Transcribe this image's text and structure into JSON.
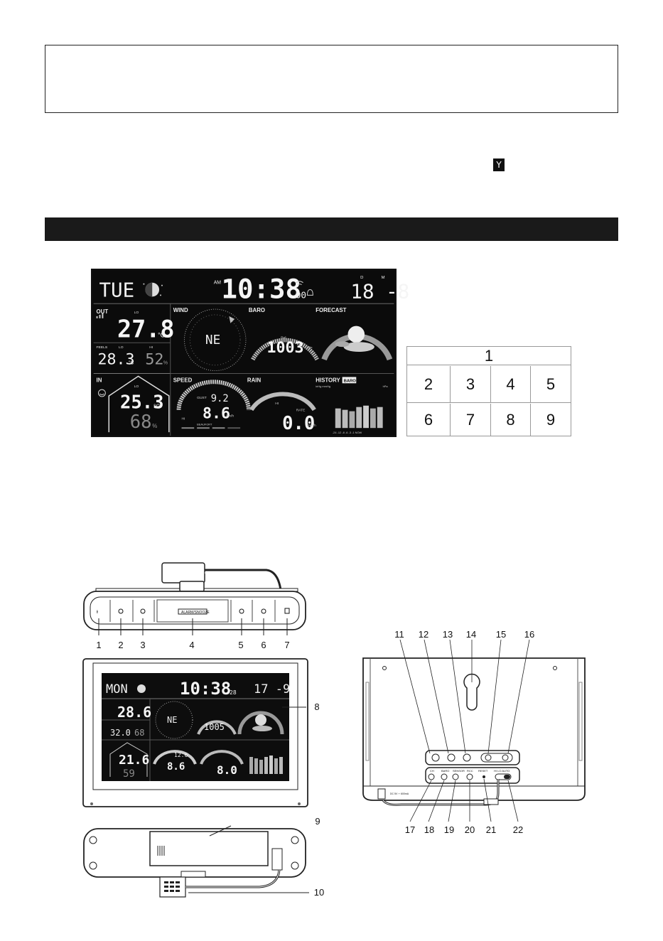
{
  "lcd": {
    "day": "TUE",
    "am": "AM",
    "time": "10:38",
    "seconds": "00",
    "date_d_label": "D",
    "date_m_label": "M",
    "date": "18 -8",
    "out_label": "OUT",
    "lo_label": "LO",
    "hi_label": "HI",
    "out_temp": "27.8",
    "out_unit": "°C",
    "feels_label": "FEELS",
    "feels_temp": "28.3",
    "feels_unit": "°C",
    "out_humidity": "52",
    "pct": "%",
    "in_label": "IN",
    "in_temp": "25.3",
    "in_humidity": "68",
    "wind_label": "WIND",
    "wind_dir": "NE",
    "baro_label": "BARO",
    "rel_label": "Rel",
    "baro_value": "1003",
    "baro_unit": "hPa",
    "forecast_label": "FORECAST",
    "speed_label": "SPEED",
    "gust_label": "GUST",
    "gust_value": "9.2",
    "speed_value": "8.6",
    "speed_unit": "km/h",
    "beaufort_label": "BEAUFORT",
    "rain_label": "RAIN",
    "rate_label": "RATE",
    "rain_value": "0.0",
    "rain_unit": "mm/h",
    "history_label": "HISTORY",
    "history_mode": "BARO",
    "inhg_label": "inHg mmHg",
    "hpa_label": "hPa",
    "history_axis": "-24 -12 -8 -6 -3 -1 NOW"
  },
  "grid": {
    "top": "1",
    "cells": [
      "2",
      "3",
      "4",
      "5",
      "6",
      "7",
      "8",
      "9"
    ]
  },
  "top_view": {
    "alarm_label": "ALARM/SNOOZE",
    "callouts": [
      "1",
      "2",
      "3",
      "4",
      "5",
      "6",
      "7"
    ]
  },
  "front_view": {
    "day": "MON",
    "time": "10:38",
    "seconds": "28",
    "date": "17 -9",
    "out_temp": "28.6",
    "feels_temp": "32.0",
    "out_humidity": "68",
    "in_temp": "21.6",
    "in_humidity": "59",
    "wind_dir": "NE",
    "baro_value": "1005",
    "speed_value": "8.6",
    "gust_value": "12.6",
    "rain_value": "8.0",
    "callout": "8"
  },
  "bottom_view": {
    "callouts": [
      "9",
      "10"
    ]
  },
  "back_view": {
    "dc_label": "DC 5V ⎓ 600mA",
    "ch_label": "CH",
    "baro_label": "BARO",
    "sensor_label": "SENSOR",
    "rcc_label": "RCC",
    "reset_label": "RESET",
    "switch_label": "HI  LO  AUTO",
    "callouts_top": [
      "11",
      "12",
      "13",
      "14",
      "15",
      "16"
    ],
    "callouts_bottom": [
      "17",
      "18",
      "19",
      "20",
      "21",
      "22"
    ]
  }
}
